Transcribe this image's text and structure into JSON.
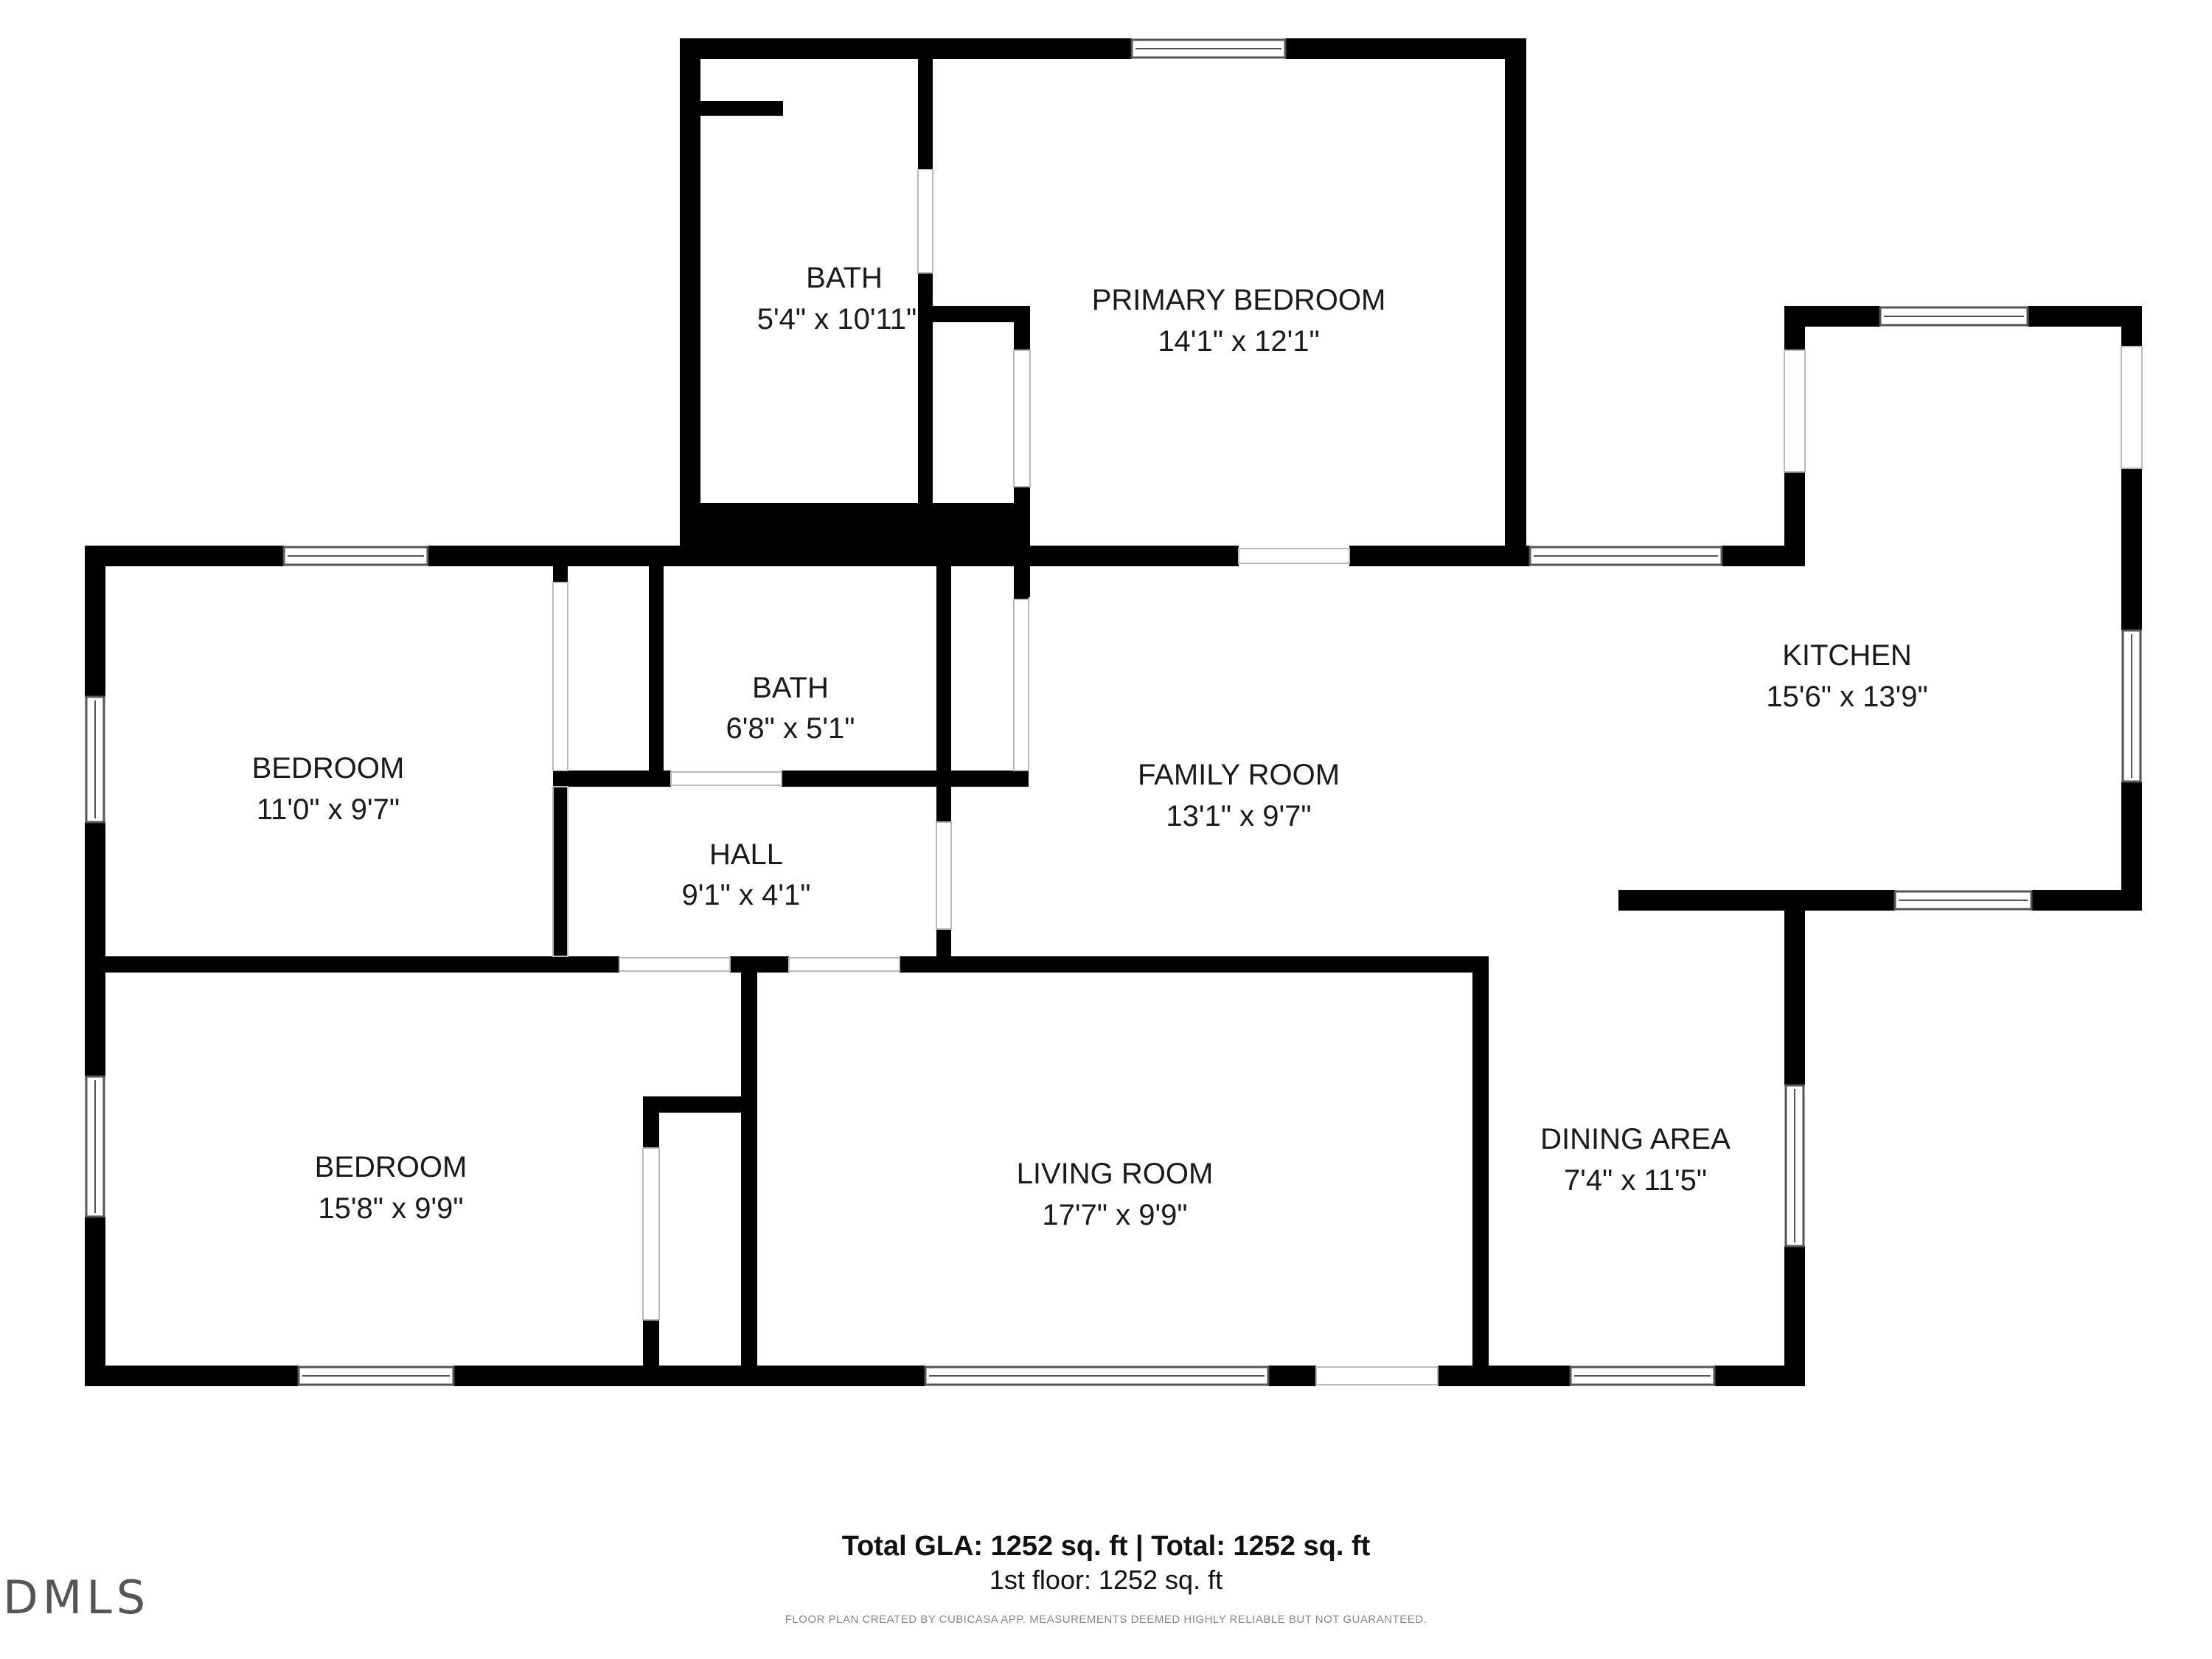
{
  "rooms": {
    "bath_upper": {
      "name": "BATH",
      "dims": "5'4\" x 10'11\""
    },
    "primary_bedroom": {
      "name": "PRIMARY BEDROOM",
      "dims": "14'1\" x 12'1\""
    },
    "kitchen": {
      "name": "KITCHEN",
      "dims": "15'6\" x 13'9\""
    },
    "bedroom_upper": {
      "name": "BEDROOM",
      "dims": "11'0\" x 9'7\""
    },
    "bath_mid": {
      "name": "BATH",
      "dims": "6'8\" x 5'1\""
    },
    "family_room": {
      "name": "FAMILY ROOM",
      "dims": "13'1\" x 9'7\""
    },
    "hall": {
      "name": "HALL",
      "dims": "9'1\" x 4'1\""
    },
    "bedroom_lower": {
      "name": "BEDROOM",
      "dims": "15'8\" x 9'9\""
    },
    "living_room": {
      "name": "LIVING ROOM",
      "dims": "17'7\" x 9'9\""
    },
    "dining_area": {
      "name": "DINING AREA",
      "dims": "7'4\" x 11'5\""
    }
  },
  "summary": {
    "total": "Total GLA: 1252 sq. ft | Total: 1252 sq. ft",
    "floor": "1st floor: 1252 sq. ft"
  },
  "disclaimer": "FLOOR PLAN CREATED BY CUBICASA APP. MEASUREMENTS DEEMED HIGHLY RELIABLE BUT NOT GUARANTEED.",
  "watermark": "DMLS",
  "colors": {
    "wall": "#000000",
    "background": "#ffffff",
    "window_frame": "#555555"
  }
}
